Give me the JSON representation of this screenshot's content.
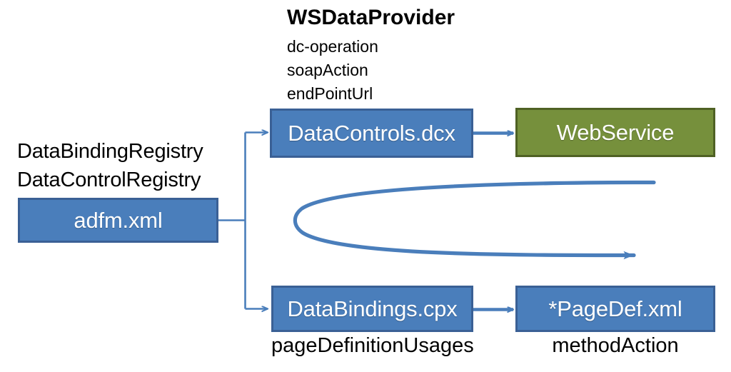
{
  "diagram": {
    "title_block": {
      "heading": "WSDataProvider",
      "attributes": [
        "dc-operation",
        "soapAction",
        "endPointUrl"
      ]
    },
    "registry_labels": [
      "DataBindingRegistry",
      "DataControlRegistry"
    ],
    "nodes": [
      {
        "id": "adfm",
        "label": "adfm.xml",
        "kind": "blue"
      },
      {
        "id": "datacontrols",
        "label": "DataControls.dcx",
        "kind": "blue"
      },
      {
        "id": "webservice",
        "label": "WebService",
        "kind": "green"
      },
      {
        "id": "databindings",
        "label": "DataBindings.cpx",
        "kind": "blue"
      },
      {
        "id": "pagedef",
        "label": "*PageDef.xml",
        "kind": "blue"
      }
    ],
    "captions": [
      {
        "for": "databindings",
        "label": "pageDefinitionUsages"
      },
      {
        "for": "pagedef",
        "label": "methodAction"
      }
    ],
    "colors": {
      "blue_fill": "#4A7EBB",
      "blue_border": "#3A6095",
      "green_fill": "#76903C",
      "green_border": "#4F6124",
      "connector": "#4A7EBB",
      "text_dark": "#000000",
      "text_light": "#FFFFFF",
      "background": "#FFFFFF"
    },
    "connectors": [
      {
        "name": "adfm-to-datacontrols",
        "style": "elbow-arrow"
      },
      {
        "name": "adfm-to-databindings",
        "style": "elbow-arrow"
      },
      {
        "name": "datacontrols-to-webservice",
        "style": "straight-arrow"
      },
      {
        "name": "databindings-to-pagedef",
        "style": "straight-arrow"
      },
      {
        "name": "pagedef-to-datacontrols-curve",
        "style": "u-turn-arrow"
      }
    ]
  }
}
